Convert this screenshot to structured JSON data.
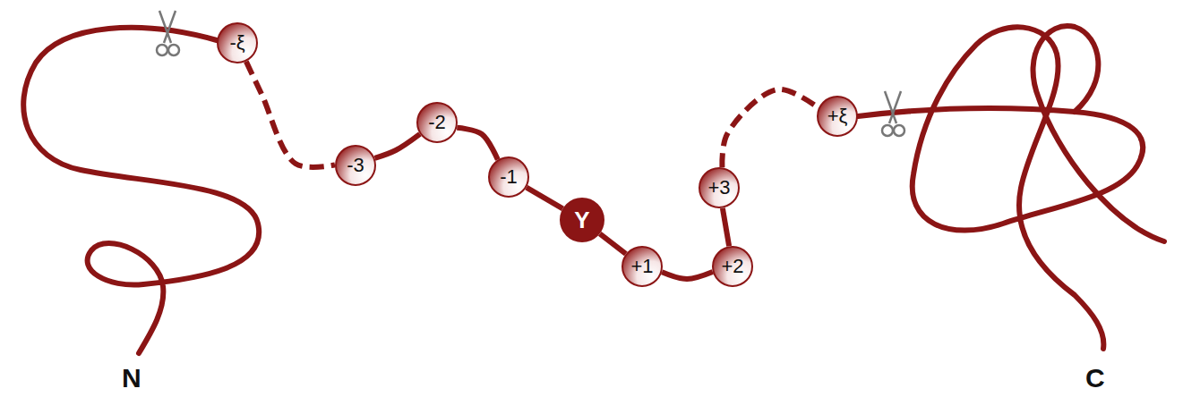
{
  "diagram": {
    "nodes": [
      {
        "text": [
          "-ξ"
        ]
      },
      {
        "text": [
          "-3"
        ]
      },
      {
        "text": [
          "-2"
        ]
      },
      {
        "text": [
          "-1"
        ]
      },
      {
        "text": [
          "Y"
        ]
      },
      {
        "text": [
          "+1"
        ]
      },
      {
        "text": [
          "+2"
        ]
      },
      {
        "text": [
          "+3"
        ]
      },
      {
        "text": [
          "+ξ"
        ]
      }
    ],
    "edges": [
      {
        "from": 0,
        "to": 1,
        "arrow": "none"
      },
      {
        "from": 1,
        "to": 2,
        "arrow": "none"
      },
      {
        "from": 2,
        "to": 3,
        "arrow": "none"
      },
      {
        "from": 3,
        "to": 4,
        "arrow": "none"
      },
      {
        "from": 4,
        "to": 5,
        "arrow": "none"
      },
      {
        "from": 5,
        "to": 6,
        "arrow": "none"
      },
      {
        "from": 6,
        "to": 7,
        "arrow": "none"
      },
      {
        "from": 7,
        "to": 8,
        "arrow": "none"
      }
    ],
    "labels": [
      "N",
      "C"
    ]
  }
}
